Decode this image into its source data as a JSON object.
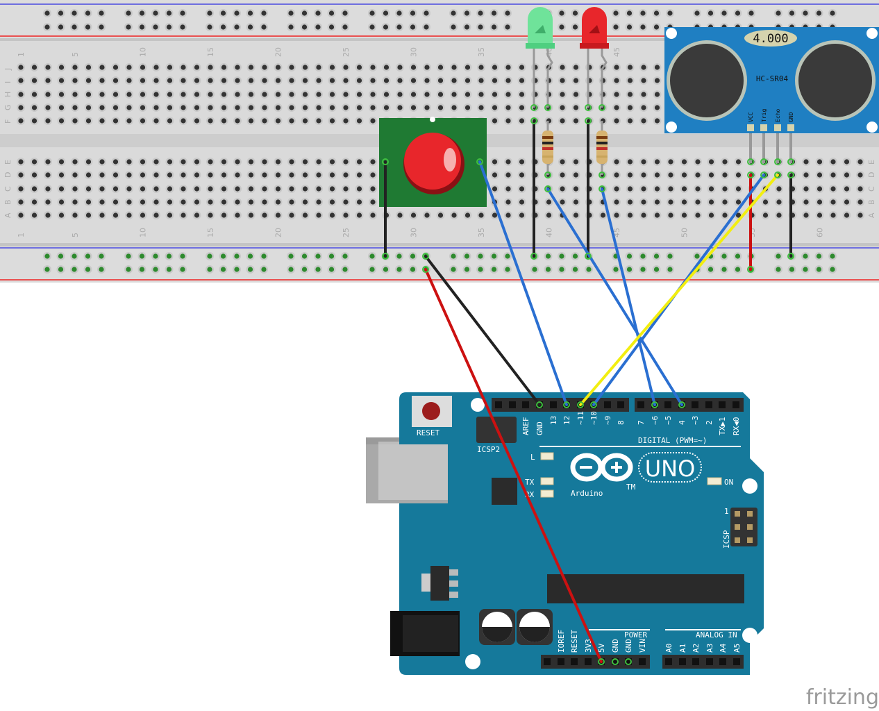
{
  "breadboard": {
    "column_labels": [
      "1",
      "5",
      "10",
      "15",
      "20",
      "25",
      "30",
      "35",
      "40",
      "45",
      "50",
      "55",
      "60"
    ],
    "rows_top": [
      "J",
      "I",
      "H",
      "G",
      "F"
    ],
    "rows_bottom": [
      "E",
      "D",
      "C",
      "B",
      "A"
    ]
  },
  "sensor": {
    "display": "4.000",
    "model": "HC-SR04",
    "pins": [
      "VCC",
      "Trig",
      "Echo",
      "GND"
    ]
  },
  "arduino": {
    "reset_label": "RESET",
    "icsp2_label": "ICSP2",
    "icsp_label": "ICSP",
    "icsp_pin1": "1",
    "digital_pins": [
      "AREF",
      "GND",
      "13",
      "12",
      "~11",
      "~10",
      "~9",
      "8",
      "7",
      "~6",
      "~5",
      "4",
      "~3",
      "2",
      "TX▶1",
      "RX◀0"
    ],
    "digital_title": "DIGITAL (PWM=~)",
    "led_l": "L",
    "led_tx": "TX",
    "led_rx": "RX",
    "led_on": "ON",
    "brand": "Arduino",
    "trademark": "TM",
    "model": "UNO",
    "power_title": "POWER",
    "power_pins": [
      "IOREF",
      "RESET",
      "3V3",
      "5V",
      "GND",
      "GND",
      "VIN"
    ],
    "analog_title": "ANALOG IN",
    "analog_pins": [
      "A0",
      "A1",
      "A2",
      "A3",
      "A4",
      "A5"
    ]
  },
  "colors": {
    "board": "#15799b",
    "wire_blue": "#2a6fd1",
    "wire_black": "#222222",
    "wire_red": "#cc1111",
    "wire_yellow": "#f2ee10",
    "sensor": "#1f7fc2",
    "button_pcb": "#1f7a33",
    "led_green": "#6fe39a",
    "led_red": "#e8262b"
  },
  "logo": "fritzing"
}
